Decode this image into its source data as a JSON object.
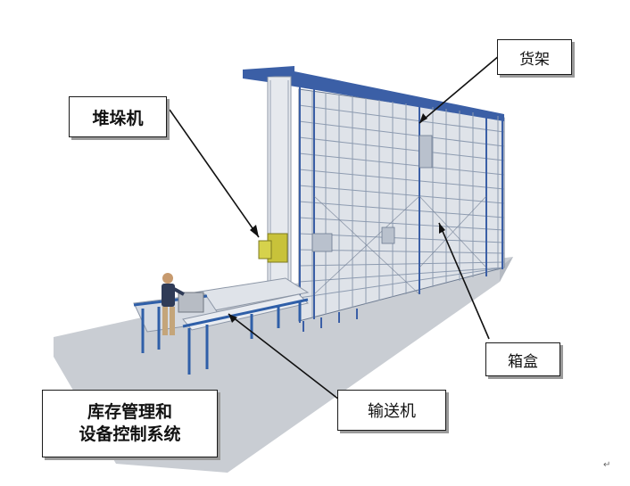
{
  "labels": {
    "stacker": "堆垛机",
    "shelf": "货架",
    "bin": "箱盒",
    "conveyor": "输送机",
    "control_line1": "库存管理和",
    "control_line2": "设备控制系统"
  },
  "return_mark": "↵",
  "colors": {
    "floor": "#c9cdd3",
    "rack_blue": "#3b5fa6",
    "rack_grid": "#8d9bb0",
    "rack_face": "#dfe3e9",
    "stacker_yellow": "#c8c23a",
    "conveyor_blue": "#2f5fa8"
  }
}
